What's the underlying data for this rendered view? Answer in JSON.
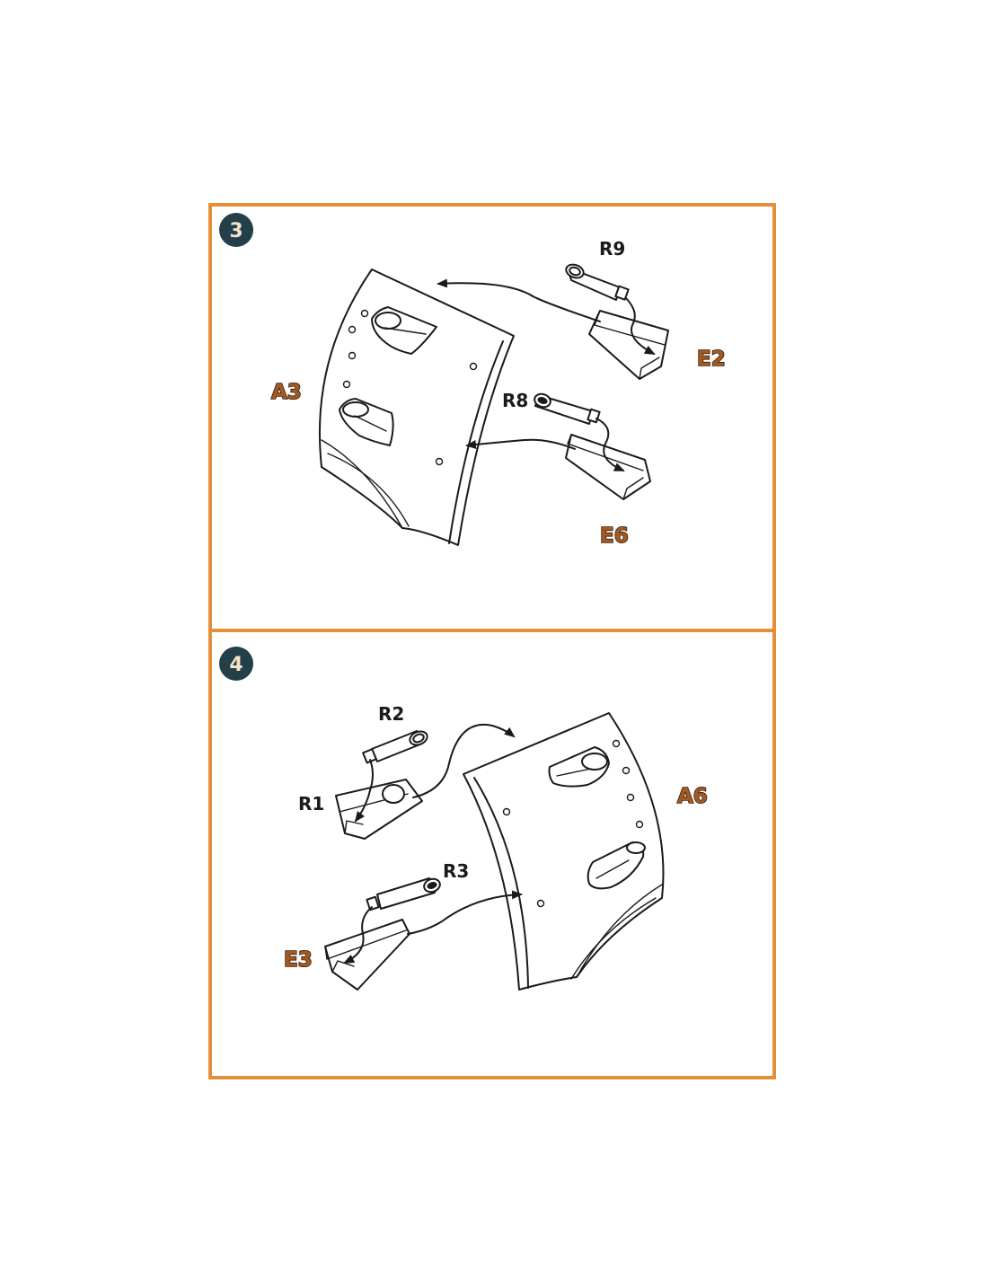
{
  "colors": {
    "frame": "#E58F3A",
    "badge": "#23404A",
    "badge_text": "#F4E3C7",
    "part_label_color": "#A15A24",
    "resin_label_color": "#1a1a1a"
  },
  "steps": [
    {
      "number": "3",
      "labels": {
        "panel": "A3",
        "top_insert": "E2",
        "bottom_insert": "E6",
        "top_tube": "R9",
        "bottom_tube": "R8"
      }
    },
    {
      "number": "4",
      "labels": {
        "panel": "A6",
        "top_insert": "R1",
        "bottom_insert": "E3",
        "top_tube": "R2",
        "bottom_tube": "R3"
      }
    }
  ]
}
